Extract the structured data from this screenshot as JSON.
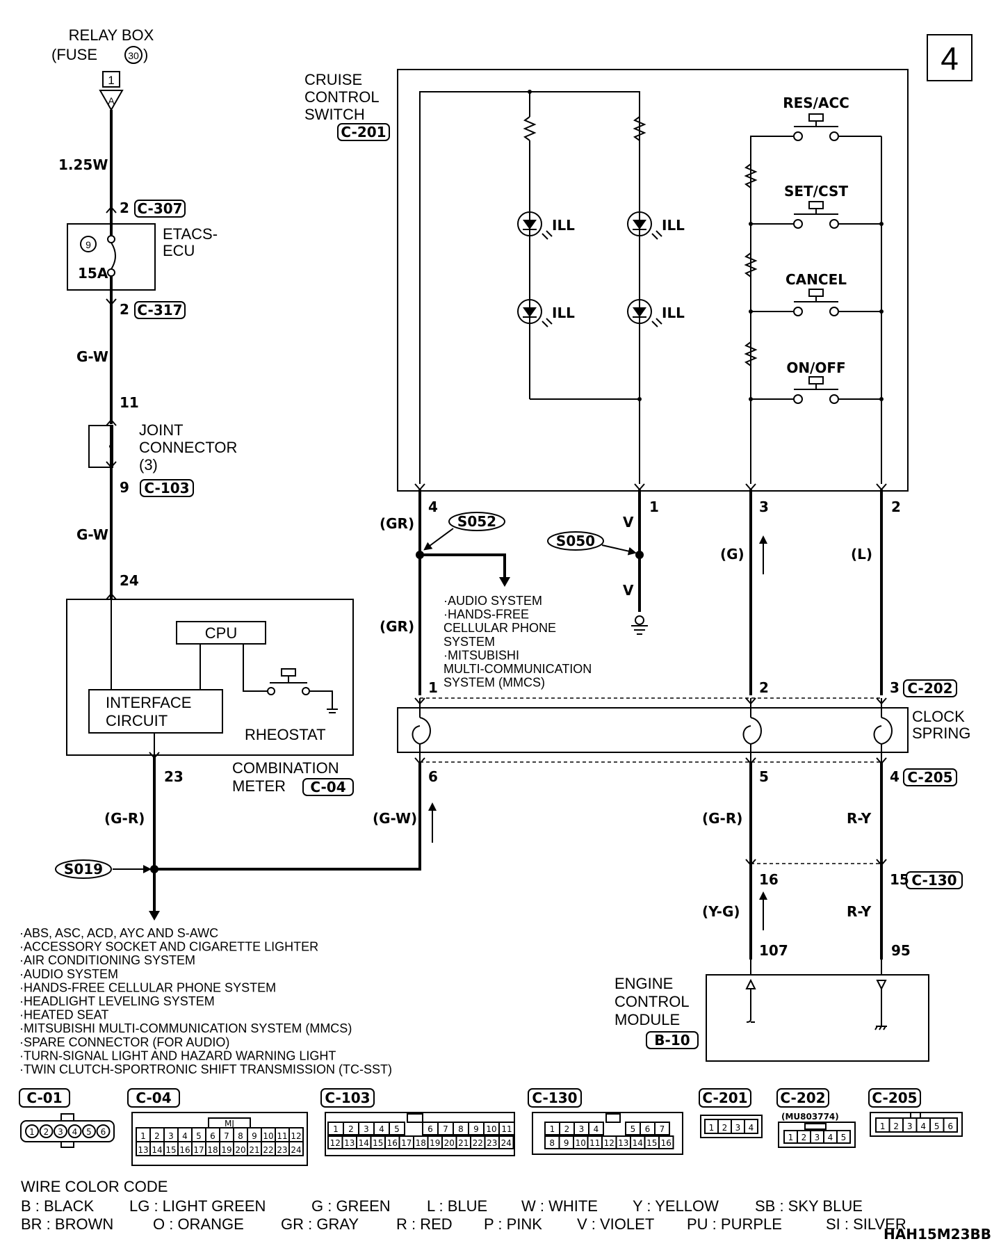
{
  "page_number": "4",
  "code": "HAH15M23BB",
  "relay_box": {
    "line1": "RELAY BOX",
    "line2": "(FUSE",
    "fuse_no": "30",
    "line2_end": ")",
    "terminal": "1"
  },
  "wires": {
    "w_125w": "1.25W",
    "gw1": "G-W",
    "gw2": "G-W",
    "gr_paren_left": "(G-R)",
    "gw_paren": "(G-W)",
    "gr_a": "(GR)",
    "gr_b": "(GR)",
    "v1": "V",
    "v2": "V",
    "g_paren": "(G)",
    "l_paren": "(L)",
    "gr_right": "(G-R)",
    "ry1": "R-Y",
    "yg_paren": "(Y-G)",
    "ry2": "R-Y"
  },
  "etacs": {
    "label1": "ETACS-",
    "label2": "ECU",
    "fuse_circle": "9",
    "fuse_amp": "15A",
    "pin_in": "2",
    "conn_in": "C-307",
    "pin_out": "2",
    "conn_out": "C-317"
  },
  "joint": {
    "pin_in": "11",
    "label1": "JOINT",
    "label2": "CONNECTOR",
    "label3": "(3)",
    "pin_out": "9",
    "conn": "C-103"
  },
  "meter": {
    "pin_in": "24",
    "cpu": "CPU",
    "iface1": "INTERFACE",
    "iface2": "CIRCUIT",
    "rheostat": "RHEOSTAT",
    "pin_out": "23",
    "label1": "COMBINATION",
    "label2": "METER",
    "conn": "C-04"
  },
  "cruise": {
    "label1": "CRUISE",
    "label2": "CONTROL",
    "label3": "SWITCH",
    "conn": "C-201",
    "ill": [
      "ILL",
      "ILL",
      "ILL",
      "ILL"
    ],
    "switches": [
      "RES/ACC",
      "SET/CST",
      "CANCEL",
      "ON/OFF"
    ],
    "pins": [
      "4",
      "1",
      "3",
      "2"
    ]
  },
  "splices": {
    "s052": "S052",
    "s050": "S050",
    "s019": "S019"
  },
  "s052_dest": [
    "·AUDIO SYSTEM",
    "·HANDS-FREE",
    "CELLULAR PHONE",
    "SYSTEM",
    "·MITSUBISHI",
    "MULTI-COMMUNICATION",
    "SYSTEM (MMCS)"
  ],
  "clock": {
    "pin_top": [
      "1",
      "2",
      "3"
    ],
    "conn_top": "C-202",
    "label1": "CLOCK",
    "label2": "SPRING",
    "pin_bot": [
      "6",
      "5",
      "4"
    ],
    "conn_bot": "C-205"
  },
  "c130": {
    "pins": [
      "16",
      "15"
    ],
    "conn": "C-130"
  },
  "ecm": {
    "pin_a": "107",
    "pin_b": "95",
    "label1": "ENGINE",
    "label2": "CONTROL",
    "label3": "MODULE",
    "conn": "B-10"
  },
  "s019_dest": [
    "·ABS, ASC, ACD, AYC AND S-AWC",
    "·ACCESSORY SOCKET AND CIGARETTE LIGHTER",
    "·AIR CONDITIONING SYSTEM",
    "·AUDIO SYSTEM",
    "·HANDS-FREE CELLULAR PHONE SYSTEM",
    "·HEADLIGHT LEVELING SYSTEM",
    "·HEATED SEAT",
    "·MITSUBISHI MULTI-COMMUNICATION SYSTEM (MMCS)",
    "·SPARE CONNECTOR (FOR AUDIO)",
    "·TURN-SIGNAL LIGHT AND HAZARD WARNING LIGHT",
    "·TWIN CLUTCH-SPORTRONIC SHIFT TRANSMISSION (TC-SST)"
  ],
  "connectors": {
    "c01": {
      "name": "C-01",
      "pins": [
        "1",
        "2",
        "3",
        "4",
        "5",
        "6"
      ]
    },
    "c04": {
      "name": "C-04",
      "mark": "MJ",
      "row1": [
        "1",
        "2",
        "3",
        "4",
        "5",
        "6",
        "7",
        "8",
        "9",
        "10",
        "11",
        "12"
      ],
      "row2": [
        "13",
        "14",
        "15",
        "16",
        "17",
        "18",
        "19",
        "20",
        "21",
        "22",
        "23",
        "24"
      ]
    },
    "c103": {
      "name": "C-103",
      "row1": [
        "1",
        "2",
        "3",
        "4",
        "5",
        "6",
        "7",
        "8",
        "9",
        "10",
        "11"
      ],
      "row2": [
        "12",
        "13",
        "14",
        "15",
        "16",
        "17",
        "18",
        "19",
        "20",
        "21",
        "22",
        "23",
        "24"
      ]
    },
    "c130": {
      "name": "C-130",
      "row1": [
        "1",
        "2",
        "3",
        "4",
        "5",
        "6",
        "7"
      ],
      "row2": [
        "8",
        "9",
        "10",
        "11",
        "12",
        "13",
        "14",
        "15",
        "16"
      ]
    },
    "c201": {
      "name": "C-201",
      "pins": [
        "1",
        "2",
        "3",
        "4"
      ]
    },
    "c202": {
      "name": "C-202",
      "part": "(MU803774)",
      "pins": [
        "1",
        "2",
        "3",
        "4",
        "5"
      ]
    },
    "c205": {
      "name": "C-205",
      "pins": [
        "1",
        "2",
        "3",
        "4",
        "5",
        "6"
      ]
    }
  },
  "wire_code": {
    "title": "WIRE COLOR CODE",
    "row1": [
      "B : BLACK",
      "LG : LIGHT GREEN",
      "G : GREEN",
      "L : BLUE",
      "W : WHITE",
      "Y : YELLOW",
      "SB : SKY BLUE"
    ],
    "row2": [
      "BR : BROWN",
      "O : ORANGE",
      "GR : GRAY",
      "R : RED",
      "P : PINK",
      "V : VIOLET",
      "PU : PURPLE",
      "SI : SILVER"
    ]
  }
}
